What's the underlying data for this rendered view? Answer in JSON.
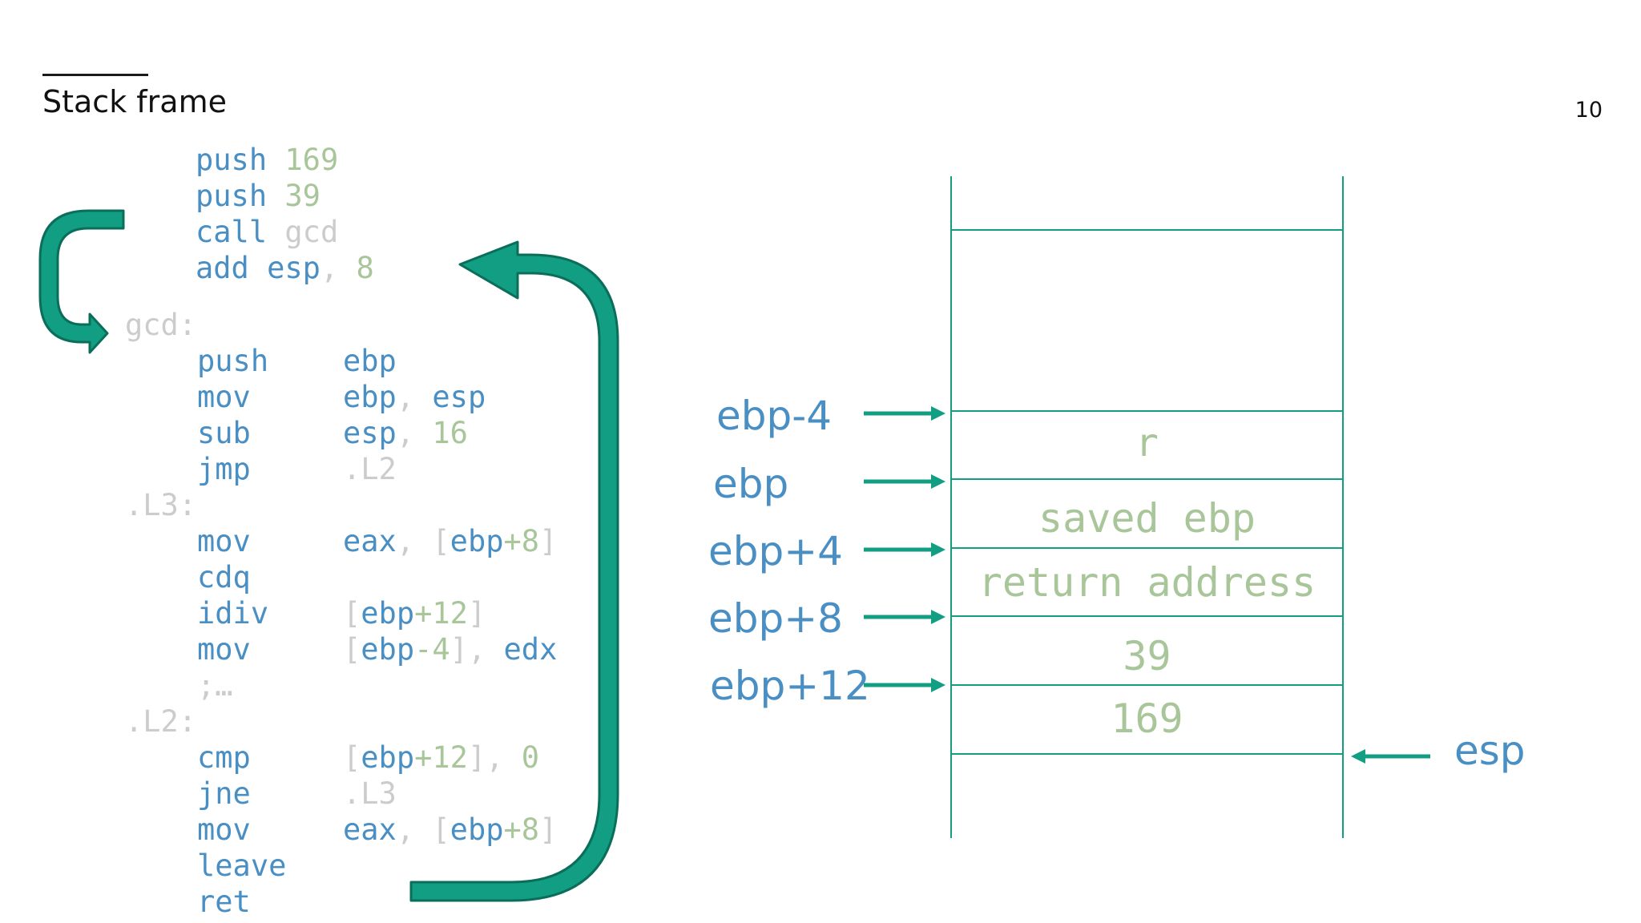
{
  "slide": {
    "title": "Stack frame",
    "page_number": "10"
  },
  "colors": {
    "teal": "#129e83",
    "teal_dark": "#0b6e5a",
    "mnemonic_blue": "#4a8fc4",
    "literal_green": "#a8c69a",
    "dim_gray": "#cccccc"
  },
  "caller_code": {
    "l1": {
      "op": "push",
      "arg": "169"
    },
    "l2": {
      "op": "push",
      "arg": "39"
    },
    "l3": {
      "op": "call",
      "arg": "gcd"
    },
    "l4": {
      "op": "add",
      "reg": "esp",
      "comma": ",",
      "arg": "8"
    }
  },
  "gcd_code": {
    "label_gcd": "gcd:",
    "push": {
      "op": "push",
      "a1": "ebp"
    },
    "mov1": {
      "op": "mov",
      "a1": "ebp",
      "c": ",",
      "a2": "esp"
    },
    "sub": {
      "op": "sub",
      "a1": "esp",
      "c": ",",
      "a2": "16"
    },
    "jmp": {
      "op": "jmp",
      "a1": ".L2"
    },
    "label_l3": ".L3:",
    "mov2": {
      "op": "mov",
      "a1": "eax",
      "c": ",",
      "b1": "[",
      "b2": "ebp",
      "b3": "+8",
      "b4": "]"
    },
    "cdq": {
      "op": "cdq"
    },
    "idiv": {
      "op": "idiv",
      "b1": "[",
      "b2": "ebp",
      "b3": "+12",
      "b4": "]"
    },
    "mov3": {
      "op": "mov",
      "b1": "[",
      "b2": "ebp",
      "b3": "-4",
      "b4": "]",
      "c": ",",
      "a2": "edx"
    },
    "comment": ";…",
    "label_l2": ".L2:",
    "cmp": {
      "op": "cmp",
      "b1": "[",
      "b2": "ebp",
      "b3": "+12",
      "b4": "]",
      "c": ",",
      "a2": "0"
    },
    "jne": {
      "op": "jne",
      "a1": ".L3"
    },
    "mov4": {
      "op": "mov",
      "a1": "eax",
      "c": ",",
      "b1": "[",
      "b2": "ebp",
      "b3": "+8",
      "b4": "]"
    },
    "leave": {
      "op": "leave"
    },
    "ret": {
      "op": "ret"
    }
  },
  "stack": {
    "cells": [
      "",
      "r",
      "saved ebp",
      "return address",
      "39",
      "169"
    ]
  },
  "pointers": {
    "left": [
      "ebp-4",
      "ebp",
      "ebp+4",
      "ebp+8",
      "ebp+12"
    ],
    "right": "esp"
  }
}
